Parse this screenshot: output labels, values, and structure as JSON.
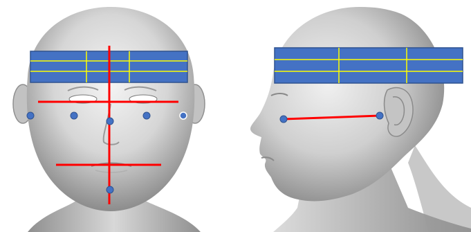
{
  "colors": {
    "background": "#ffffff",
    "band_fill": "#4472c4",
    "band_stroke": "#2f528f",
    "grid_line": "#ffff00",
    "marker_line": "#ff0000",
    "point_fill": "#4472c4",
    "point_stroke": "#2f528f",
    "skin_light": "#eeeeee",
    "skin_mid": "#c9c9c9",
    "skin_dark": "#8a8a8a"
  },
  "icons": {
    "front_view": "front-head-icon",
    "side_view": "side-head-icon"
  },
  "front_view": {
    "band_grid": {
      "columns": 3,
      "rows": 3
    },
    "landmark_points": 6,
    "measurement_lines": 3
  },
  "side_view": {
    "band_grid": {
      "columns": 3,
      "rows": 3
    },
    "landmark_points": 2,
    "measurement_lines": 1
  }
}
